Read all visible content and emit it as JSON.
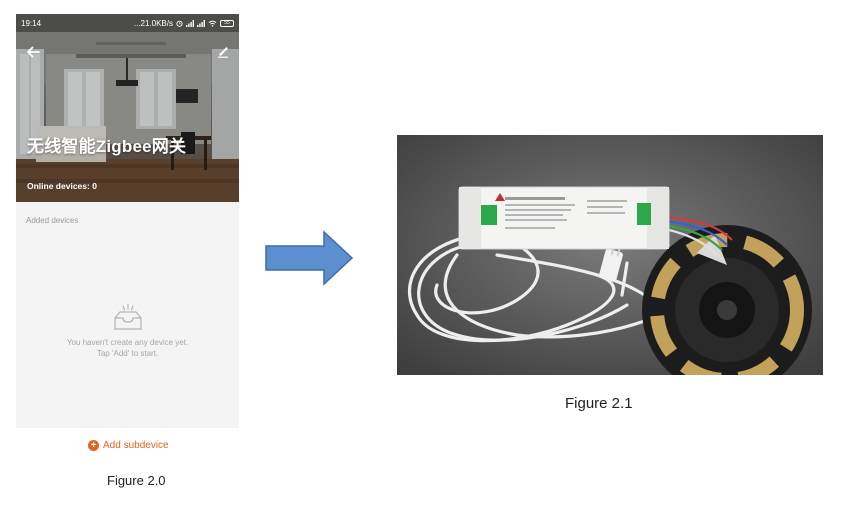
{
  "phone": {
    "status_bar": {
      "time": "19:14",
      "network": "...21.0KB/s",
      "battery": "55"
    },
    "hub_title": "无线智能Zigbee网关",
    "online_devices": "Online devices: 0",
    "section_label": "Added devices",
    "empty_line1": "You haven't create any device yet.",
    "empty_line2": "Tap 'Add' to start.",
    "add_button_label": "Add subdevice"
  },
  "captions": {
    "left": "Figure 2.0",
    "right": "Figure 2.1"
  },
  "colors": {
    "accent": "#e2641f",
    "arrow_fill": "#5b8fcf",
    "arrow_stroke": "#3d6ea8"
  }
}
